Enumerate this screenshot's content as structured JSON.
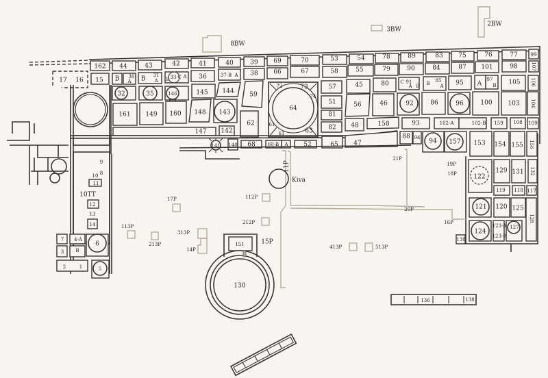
{
  "map": {
    "title": "Pueblo Bonito ground plan",
    "background_color": "#f8f5f1",
    "wall_color": "#3a3533",
    "post_feature_color": "#b7ab9c",
    "outlying_labels": [
      "8BW",
      "3BW",
      "2BW"
    ],
    "room_labels_north_row": [
      "162",
      "44",
      "43",
      "42",
      "41",
      "40",
      "39",
      "69",
      "70",
      "53",
      "54",
      "78",
      "89",
      "83",
      "75",
      "76",
      "77",
      "99"
    ],
    "room_labels_second_row": [
      "15",
      "B",
      "30",
      "A",
      "B",
      "31",
      "A",
      "B",
      "33",
      "C",
      "A",
      "36",
      "37-B",
      "A",
      "38",
      "66",
      "67",
      "58",
      "55",
      "79",
      "90",
      "84",
      "87",
      "101",
      "98",
      "107"
    ],
    "room_labels_third_row": [
      "32",
      "35",
      "146",
      "145",
      "144",
      "59",
      "57",
      "45",
      "80",
      "C",
      "91",
      "A",
      "B",
      "B",
      "85",
      "A",
      "95",
      "A",
      "97",
      "B",
      "105",
      "106"
    ],
    "room_labels_fourth_row": [
      "161",
      "149",
      "160",
      "148",
      "143",
      "64",
      "72",
      "73",
      "74",
      "51",
      "56",
      "46",
      "92",
      "86",
      "96",
      "100",
      "103",
      "104"
    ],
    "room_labels_fifth_row": [
      "147",
      "142",
      "62",
      "61",
      "61",
      "63",
      "81",
      "82",
      "48",
      "158",
      "93",
      "102-A",
      "102-B",
      "159",
      "108",
      "109"
    ],
    "room_labels_sixth_row": [
      "141",
      "140",
      "68",
      "60-B",
      "A",
      "52",
      "65",
      "47",
      "88",
      "94",
      "94",
      "157",
      "153",
      "154",
      "155",
      "156"
    ],
    "room_labels_east_block": [
      "122",
      "129",
      "131",
      "132",
      "119",
      "118",
      "117",
      "121",
      "120",
      "125",
      "128",
      "124",
      "123-A",
      "123-B",
      "127",
      "139"
    ],
    "room_labels_west_wing": [
      "17",
      "16",
      "9",
      "8",
      "10",
      "11",
      "10TT",
      "12",
      "13",
      "14",
      "7",
      "4-A",
      "6",
      "3",
      "B",
      "2",
      "1",
      "5"
    ],
    "feature_labels": [
      "Kiva",
      "11P",
      "112P",
      "212P",
      "15P",
      "17P",
      "113P",
      "213P",
      "313P",
      "14P",
      "21P",
      "20P",
      "19P",
      "18P",
      "16P",
      "413P",
      "513P"
    ],
    "great_kiva_labels": [
      "151",
      "130"
    ],
    "south_rooms_labels": [
      "136",
      "138"
    ]
  }
}
